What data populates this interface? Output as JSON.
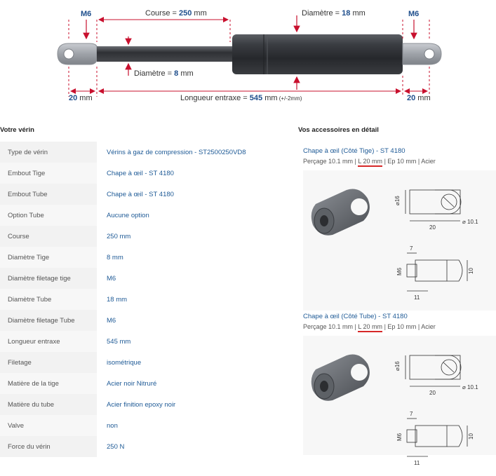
{
  "diagram": {
    "thread_left": "M6",
    "thread_right": "M6",
    "stroke_label": "Course = ",
    "stroke_value": "250",
    "stroke_unit": " mm",
    "tube_diam_label": "Diamètre = ",
    "tube_diam_value": "18",
    "tube_diam_unit": " mm",
    "rod_diam_label": "Diamètre = ",
    "rod_diam_value": "8",
    "rod_diam_unit": " mm",
    "left_end_value": "20",
    "left_end_unit": " mm",
    "right_end_value": "20",
    "right_end_unit": " mm",
    "center_label": "Longueur entraxe = ",
    "center_value": "545",
    "center_unit": " mm",
    "center_tol": " (+/-2mm)"
  },
  "specs": {
    "title": "Votre vérin",
    "rows": [
      {
        "key": "Type de vérin",
        "value": "Vérins à gaz de compression - ST2500250VD8"
      },
      {
        "key": "Embout Tige",
        "value": "Chape à œil - ST 4180"
      },
      {
        "key": "Embout Tube",
        "value": "Chape à œil - ST 4180"
      },
      {
        "key": "Option Tube",
        "value": "Aucune option"
      },
      {
        "key": "Course",
        "value": "250 mm"
      },
      {
        "key": "Diamètre Tige",
        "value": "8 mm"
      },
      {
        "key": "Diamètre filetage tige",
        "value": "M6"
      },
      {
        "key": "Diamètre Tube",
        "value": "18 mm"
      },
      {
        "key": "Diamètre filetage Tube",
        "value": "M6"
      },
      {
        "key": "Longueur entraxe",
        "value": "545 mm"
      },
      {
        "key": "Filetage",
        "value": "isométrique"
      },
      {
        "key": "Matière de la tige",
        "value": "Acier noir Nitruré"
      },
      {
        "key": "Matière du tube",
        "value": "Acier finition epoxy noir"
      },
      {
        "key": "Valve",
        "value": "non"
      },
      {
        "key": "Force du vérin",
        "value": "250 N"
      }
    ]
  },
  "accessories": {
    "title": "Vos accessoires en détail",
    "items": [
      {
        "name": "Chape à œil (Côté Tige) - ST 4180",
        "sub_a": "Perçage 10.1 mm | ",
        "sub_hl": "L 20 mm",
        "sub_b": " | Ep 10 mm | Acier",
        "dims": {
          "d16": "⌀16",
          "w20": "20",
          "hole": "⌀ 10.1",
          "d7": "7",
          "m6": "M6",
          "h10": "10",
          "l11": "11"
        }
      },
      {
        "name": "Chape à œil (Côté Tube) - ST 4180",
        "sub_a": "Perçage 10.1 mm | ",
        "sub_hl": "L 20 mm",
        "sub_b": " | Ep 10 mm | Acier",
        "dims": {
          "d16": "⌀16",
          "w20": "20",
          "hole": "⌀ 10.1",
          "d7": "7",
          "m6": "M6",
          "h10": "10",
          "l11": "11"
        }
      }
    ]
  },
  "colors": {
    "accent": "#1e4e8c",
    "link": "#1e5a96",
    "arrow": "#c8102e",
    "highlight": "#d62828"
  }
}
